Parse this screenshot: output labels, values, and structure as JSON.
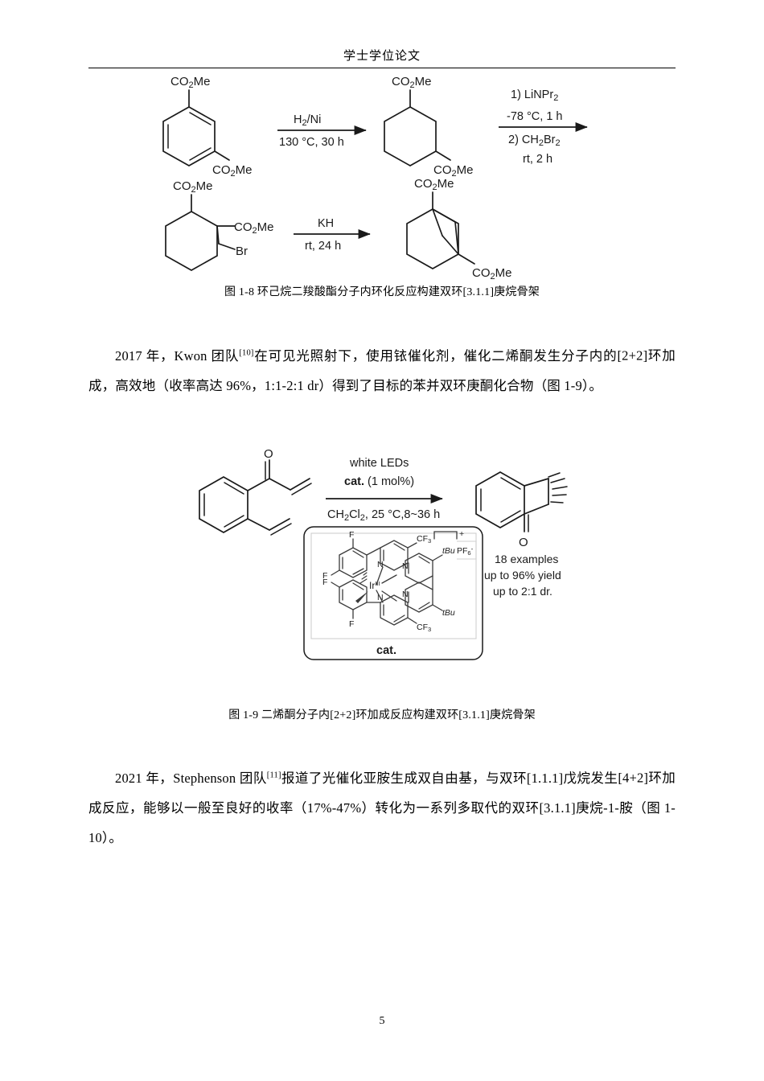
{
  "header": {
    "title": "学士学位论文",
    "page_number": "5"
  },
  "scheme_1_8": {
    "name": "图1-8 反应式",
    "reaction_1": {
      "reactant_labels": [
        "CO2Me",
        "CO2Me"
      ],
      "conditions_above": "H2/Ni",
      "conditions_below": "130 °C, 30 h",
      "product_labels": [
        "CO2Me",
        "CO2Me"
      ]
    },
    "reaction_2": {
      "conditions_line1": "1) LiNPr2",
      "conditions_line2": "-78 °C, 1 h",
      "conditions_line3": "2) CH2Br2",
      "conditions_line4": "rt, 2 h"
    },
    "reaction_3": {
      "reactant_labels": [
        "CO2Me",
        "CO2Me",
        "Br"
      ],
      "conditions_above": "KH",
      "conditions_below": "rt, 24 h",
      "product_labels": [
        "CO2Me",
        "CO2Me"
      ]
    },
    "caption": "图 1-8 环己烷二羧酸酯分子内环化反应构建双环[3.1.1]庚烷骨架"
  },
  "paragraph_1": {
    "line_1": "2017 年，Kwon 团队[10]在可见光照射下，使用铱催化剂，催化二烯酮发生分子内的",
    "line_2": "[2+2]环加成，高效地（收率高达 96%，1:1-2:1 dr）得到了目标的苯并双环庚酮化合物",
    "line_3": "（图 1-9）。",
    "ref_marker": "[10]"
  },
  "scheme_1_9": {
    "name": "图1-9 反应式",
    "reactant_labels": [
      "O"
    ],
    "conditions_above_1": "white LEDs",
    "conditions_above_2_bold": "cat.",
    "conditions_above_2_rest": " (1 mol%)",
    "conditions_below": "CH2Cl2, 25 °C,8~36 h",
    "product_labels": [
      "O"
    ],
    "results": {
      "line_1": "18 examples",
      "line_2": "up to 96% yield",
      "line_3": "up to 2:1 dr."
    },
    "catalyst": {
      "label": "cat.",
      "metal": "Ir",
      "metal_oxidation": "III",
      "counterion_main": "PF",
      "counterion_sub": "6",
      "counterion_charge": "-",
      "cation_charge": "+",
      "ligand_labels": [
        "F",
        "F",
        "F",
        "F",
        "CF3",
        "CF3",
        "N",
        "N",
        "N",
        "N",
        "tBu",
        "tBu"
      ]
    },
    "caption": "图 1-9 二烯酮分子内[2+2]环加成反应构建双环[3.1.1]庚烷骨架"
  },
  "paragraph_2": {
    "line_1": "2021 年，Stephenson 团队[11]报道了光催化亚胺生成双自由基，与双环[1.1.1]戊烷发生",
    "line_2": "[4+2]环加成反应，能够以一般至良好的收率（17%-47%）转化为一系列多取代的双环",
    "line_3": "[3.1.1]庚烷-1-胺（图 1-10）。",
    "ref_marker": "[11]"
  },
  "colors": {
    "text": "#000000",
    "chem_stroke": "#1a1a1a",
    "inner_box_border": "#cfcfcf",
    "page_background": "#ffffff"
  }
}
